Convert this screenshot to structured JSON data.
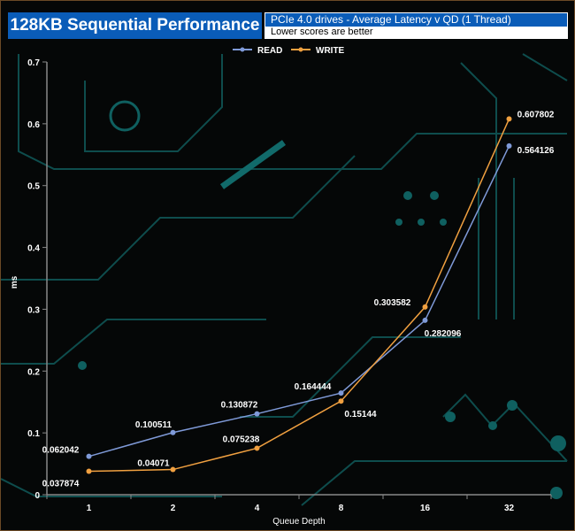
{
  "chart_data": {
    "type": "line",
    "title": "128KB Sequential Performance",
    "subtitle": "PCIe 4.0 drives - Average Latency v QD (1 Thread)",
    "note": "Lower scores are better",
    "xlabel": "Queue Depth",
    "ylabel": "ms",
    "categories": [
      "1",
      "2",
      "4",
      "8",
      "16",
      "32"
    ],
    "ylim": [
      0,
      0.7
    ],
    "yticks": [
      "0",
      "0.1",
      "0.2",
      "0.3",
      "0.4",
      "0.5",
      "0.6",
      "0.7"
    ],
    "legend_position": "top-center",
    "series": [
      {
        "name": "READ",
        "color": "#7f9ad8",
        "values": [
          0.062042,
          0.100511,
          0.130872,
          0.164444,
          0.282096,
          0.564126
        ],
        "labels": [
          "0.062042",
          "0.100511",
          "0.130872",
          "0.164444",
          "0.282096",
          "0.564126"
        ]
      },
      {
        "name": "WRITE",
        "color": "#f0a040",
        "values": [
          0.037874,
          0.04071,
          0.075238,
          0.15144,
          0.303582,
          0.607802
        ],
        "labels": [
          "0.037874",
          "0.04071",
          "0.075238",
          "0.15144",
          "0.303582",
          "0.607802"
        ]
      }
    ]
  }
}
